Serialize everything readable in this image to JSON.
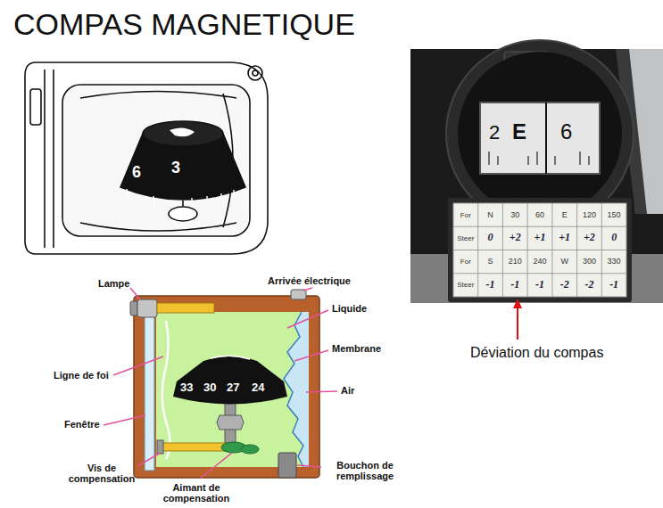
{
  "diagram": {
    "title": "COMPAS MAGNETIQUE",
    "labels": [
      "6",
      "3",
      "2",
      "E",
      "6",
      "For",
      "N",
      "30",
      "60",
      "E",
      "120",
      "150",
      "Steer",
      "0",
      "+2",
      "+1",
      "+1",
      "+2",
      "0",
      "For",
      "S",
      "210",
      "240",
      "W",
      "300",
      "330",
      "Steer",
      "-1",
      "-1",
      "-1",
      "-2",
      "-2",
      "-1",
      "Déviation du compas",
      "Lampe",
      "Arrivée électrique",
      "Liquide",
      "Membrane",
      "Air",
      "Ligne de foi",
      "Fenêtre",
      "Vis de compensation",
      "Aimant de compensation",
      "Bouchon de remplissage",
      "33",
      "30",
      "27",
      "24"
    ]
  }
}
